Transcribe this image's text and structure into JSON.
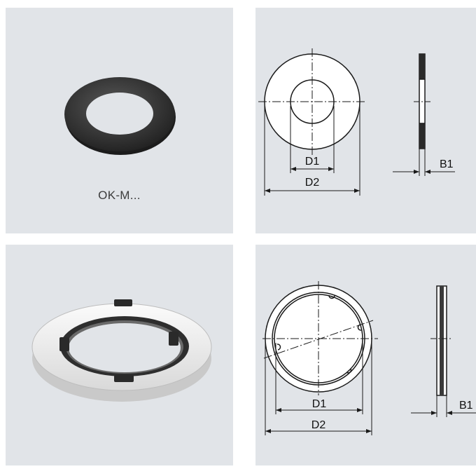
{
  "panels": {
    "washer_photo": {
      "product_label": "OK-M..."
    },
    "washer_drawing": {
      "dimensions": {
        "inner_diameter": "D1",
        "outer_diameter": "D2",
        "thickness": "B1"
      }
    },
    "ring_photo": {},
    "ring_drawing": {
      "dimensions": {
        "inner_diameter": "D1",
        "outer_diameter": "D2",
        "thickness": "B1"
      }
    }
  },
  "colors": {
    "panel_background": "#e1e4e8",
    "line": "#1a1a1a",
    "washer_dark": "#2e2e2e",
    "ring_light": "#f2f2f2"
  }
}
